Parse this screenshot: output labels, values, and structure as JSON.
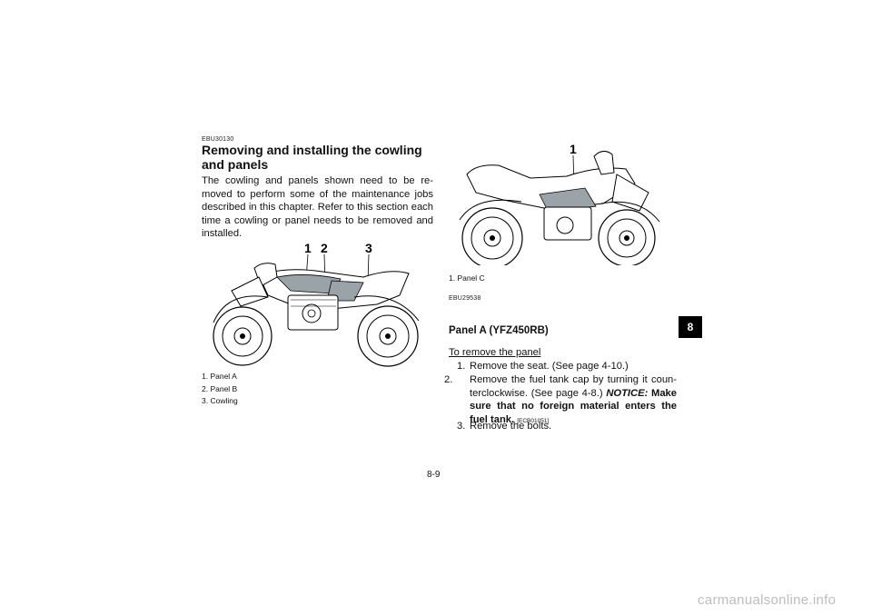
{
  "section_code": "EBU30130",
  "title": "Removing and installing the cowling and panels",
  "intro": "The cowling and panels shown need to be re-moved to perform some of the maintenance jobs described in this chapter. Refer to this section each time a cowling or panel needs to be removed and installed.",
  "figure_left": {
    "callouts": [
      "1",
      "2",
      "3"
    ],
    "captions": [
      "1. Panel A",
      "2. Panel B",
      "3. Cowling"
    ]
  },
  "figure_right": {
    "callouts": [
      "1"
    ],
    "captions": [
      "1. Panel C"
    ]
  },
  "subsection_code": "EBU29538",
  "subsection_title": "Panel A (YFZ450RB)",
  "procedure_heading": "To remove the panel",
  "steps": {
    "s1_num": "1.",
    "s1_text": "Remove the seat. (See page 4-10.)",
    "s2_num": "2.",
    "s2_text": "Remove the fuel tank cap by turning it coun-terclockwise. (See page 4-8.)",
    "s2_notice_label": "NOTICE:",
    "s2_notice_text": "Make sure that no foreign material enters the fuel tank.",
    "s2_notice_code": "[ECB01051]",
    "s3_num": "3.",
    "s3_text": "Remove the bolts."
  },
  "chapter_tab": "8",
  "page_number": "8-9",
  "watermark": "carmanualsonline.info"
}
